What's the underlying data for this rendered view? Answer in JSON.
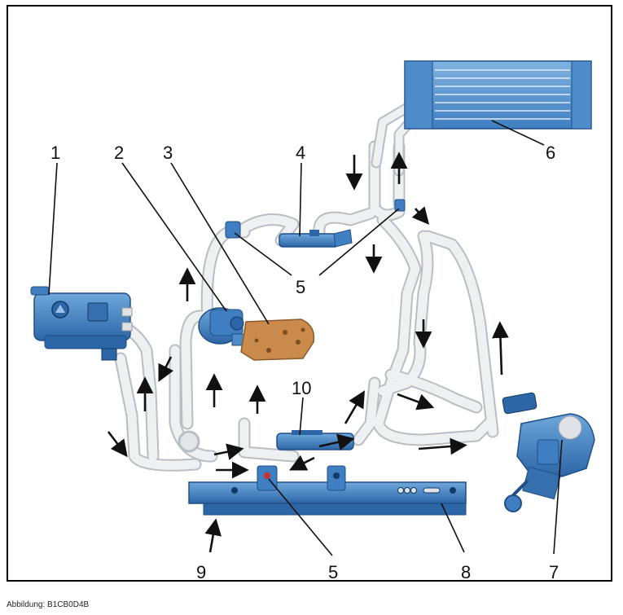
{
  "figure": {
    "caption": "Abbildung: B1CB0D4B",
    "colors": {
      "component_blue": "#3f7fc1",
      "component_blue_dark": "#1f4f86",
      "component_orange": "#c98a4b",
      "hose_grey": "#e9ecef",
      "hose_outline": "#b9bec4",
      "arrow": "#111111",
      "leader_line": "#111111"
    },
    "callouts": [
      "1",
      "2",
      "3",
      "4",
      "5",
      "5",
      "6",
      "7",
      "8",
      "9",
      "5",
      "10"
    ]
  }
}
